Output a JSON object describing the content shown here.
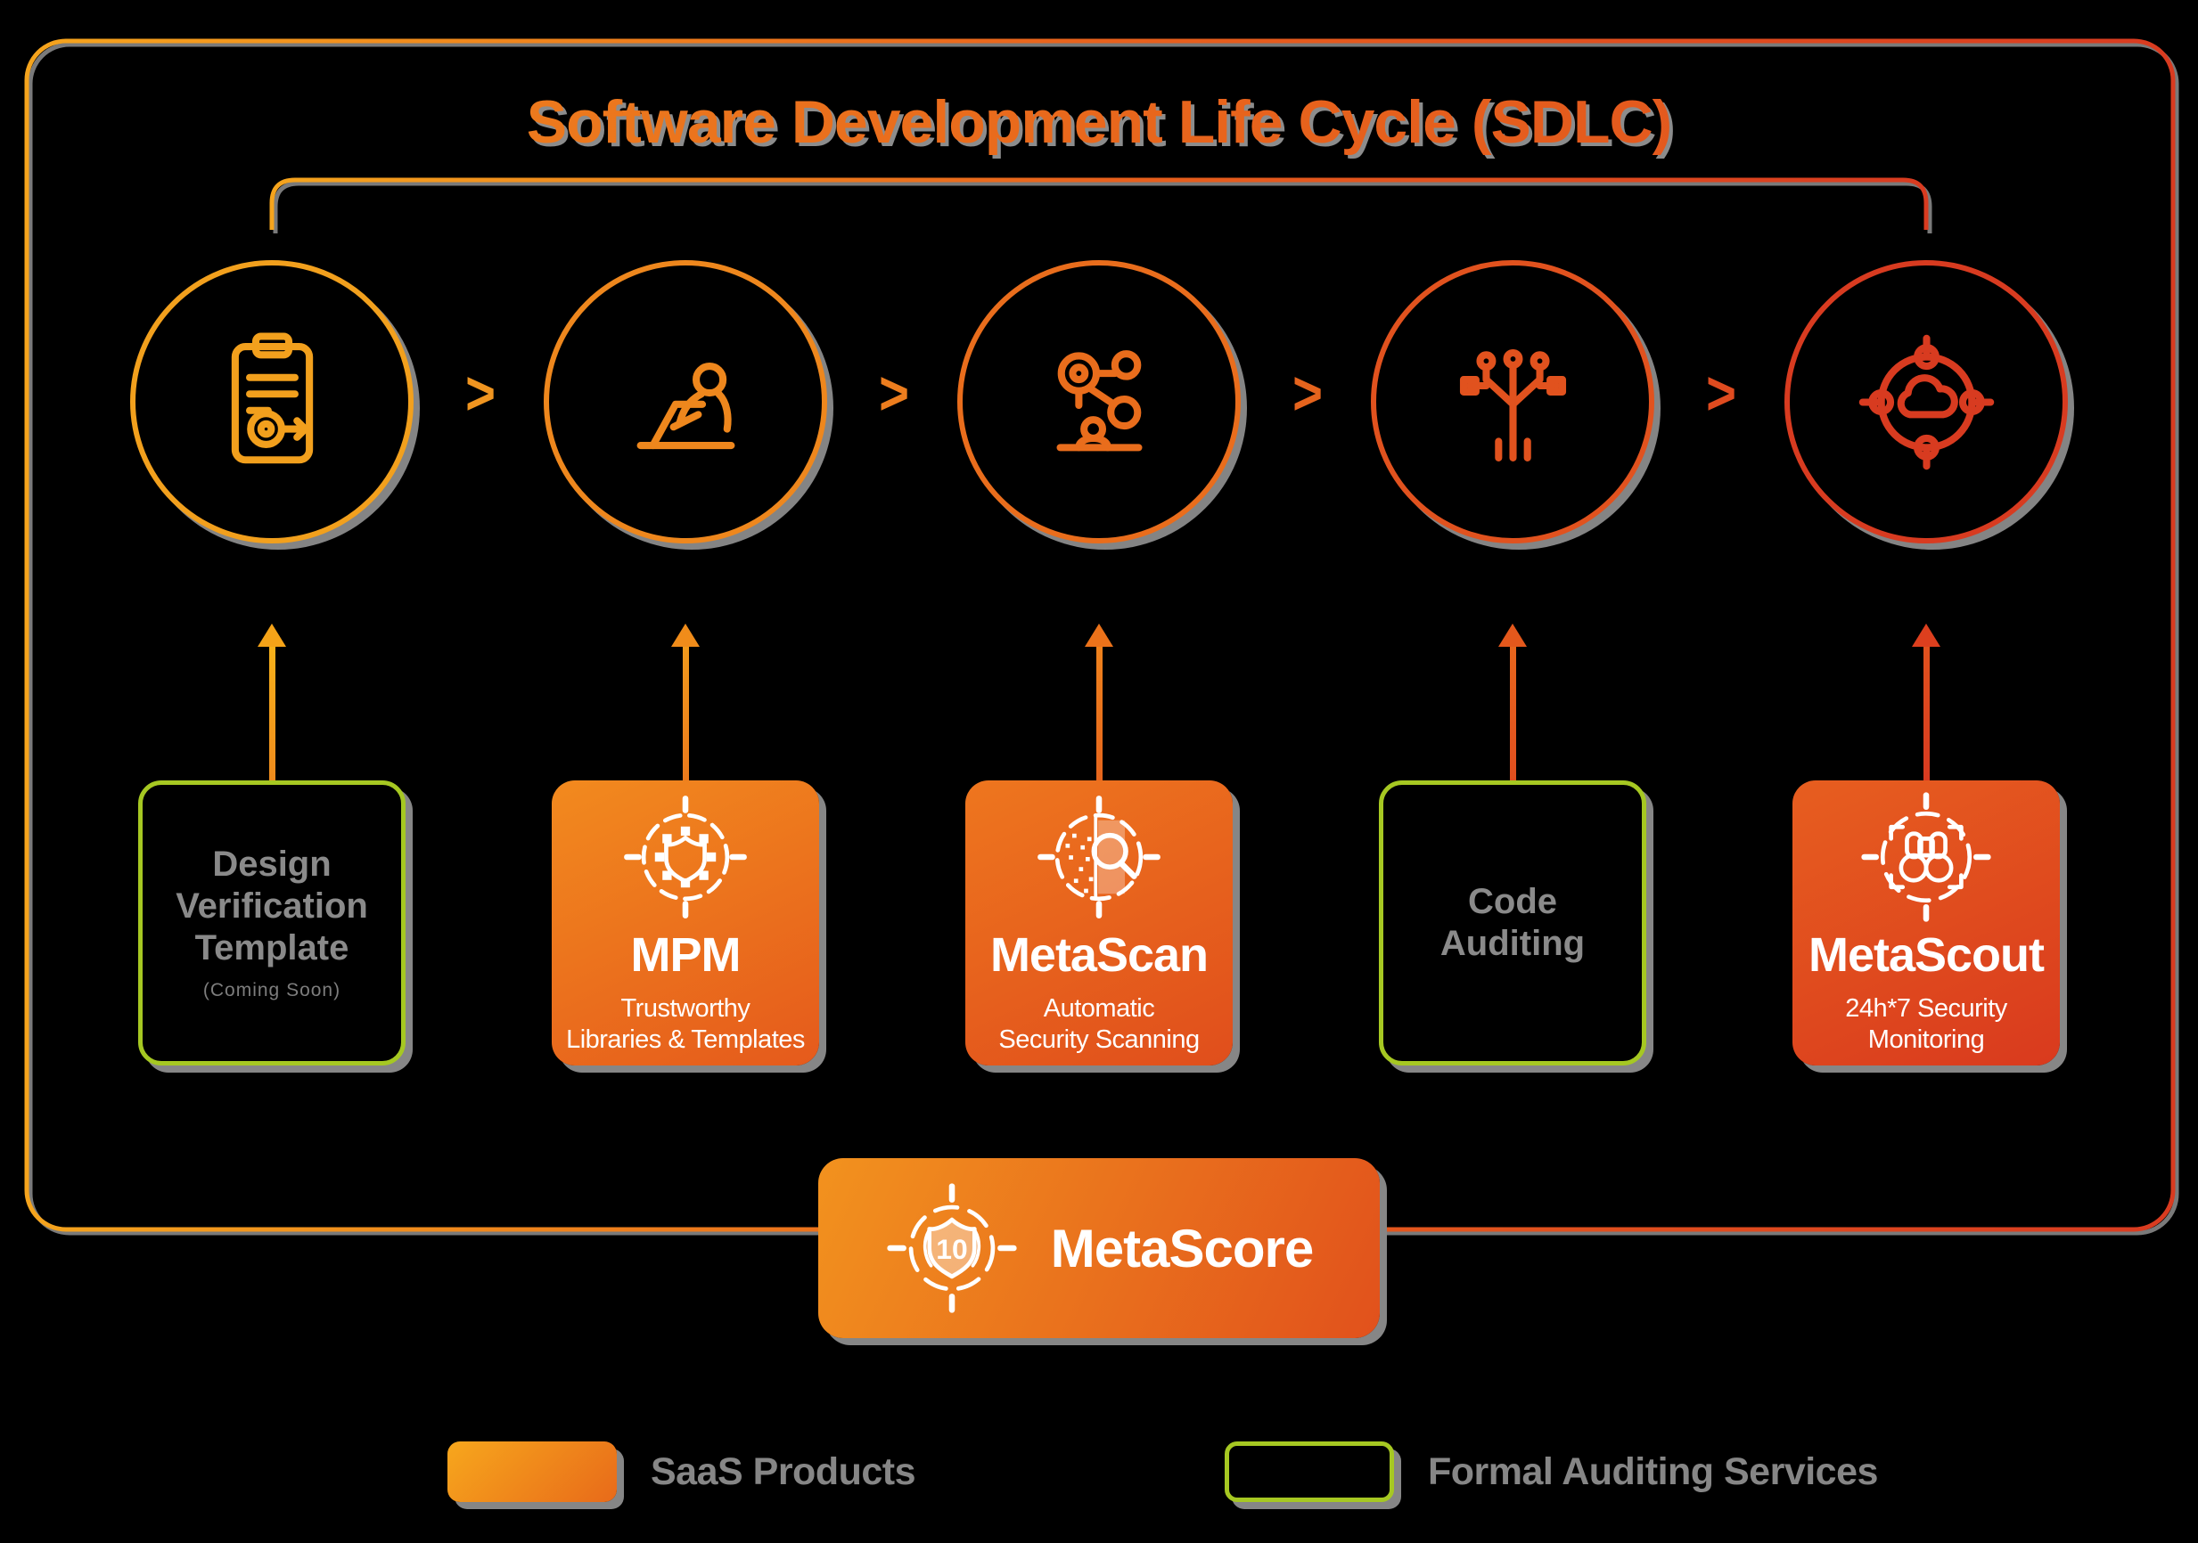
{
  "title": "Software Development Life Cycle (SDLC)",
  "icons": {
    "chevron": ">"
  },
  "stages": [
    {
      "icon": "spec-clipboard-icon"
    },
    {
      "icon": "developer-coding-icon"
    },
    {
      "icon": "build-automation-icon"
    },
    {
      "icon": "deploy-circuit-icon"
    },
    {
      "icon": "operate-target-icon"
    }
  ],
  "products": [
    {
      "kind": "service",
      "lines": [
        "Design",
        "Verification",
        "Template"
      ],
      "note": "(Coming Soon)"
    },
    {
      "kind": "saas",
      "name": "MPM",
      "subtitle": [
        "Trustworthy",
        "Libraries & Templates"
      ],
      "icon": "package-shield-icon"
    },
    {
      "kind": "saas",
      "name": "MetaScan",
      "subtitle": [
        "Automatic",
        "Security Scanning"
      ],
      "icon": "scan-magnifier-icon"
    },
    {
      "kind": "service",
      "lines": [
        "Code",
        "Auditing"
      ]
    },
    {
      "kind": "saas",
      "name": "MetaScout",
      "subtitle": [
        "24h*7 Security",
        "Monitoring"
      ],
      "icon": "binoculars-scout-icon"
    }
  ],
  "metascore": {
    "name": "MetaScore",
    "badge": "10",
    "icon": "shield-score-icon"
  },
  "legend": [
    {
      "style": "orange-filled",
      "label": "SaaS Products"
    },
    {
      "style": "green-outline",
      "label": "Formal Auditing Services"
    }
  ],
  "colors": {
    "background": "#000000",
    "gradient_start": "#F5A41D",
    "gradient_mid": "#E8611C",
    "gradient_end": "#D93B20",
    "service_border_green": "#A6C822",
    "gray_text": "#868686",
    "white": "#FFFFFF"
  }
}
